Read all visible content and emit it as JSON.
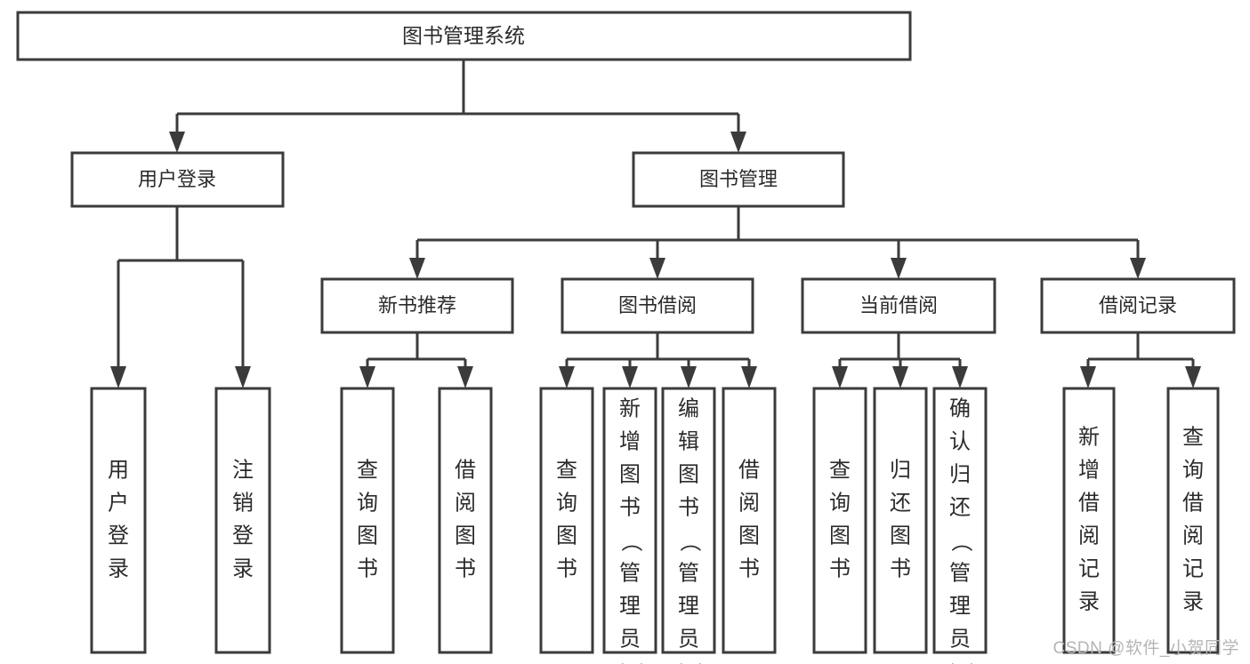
{
  "diagram": {
    "title": "图书管理系统",
    "type": "tree",
    "orientation": "top-down",
    "colors": {
      "box_stroke": "#3b3b3b",
      "box_fill": "#ffffff",
      "text": "#2b2b2b",
      "background": "#ffffff",
      "watermark": "#b5b5b5"
    },
    "root": {
      "label": "图书管理系统"
    },
    "level2": [
      {
        "label": "用户登录"
      },
      {
        "label": "图书管理"
      }
    ],
    "level3": [
      {
        "label": "新书推荐"
      },
      {
        "label": "图书借阅"
      },
      {
        "label": "当前借阅"
      },
      {
        "label": "借阅记录"
      }
    ],
    "leaves": {
      "user_login": [
        {
          "label": "用户登录"
        },
        {
          "label": "注销登录"
        }
      ],
      "new_book_recommend": [
        {
          "label": "查询图书"
        },
        {
          "label": "借阅图书"
        }
      ],
      "book_borrow": [
        {
          "label": "查询图书"
        },
        {
          "label": "新增图书（管理员）"
        },
        {
          "label": "编辑图书（管理员）"
        },
        {
          "label": "借阅图书"
        }
      ],
      "current_borrow": [
        {
          "label": "查询图书"
        },
        {
          "label": "归还图书"
        },
        {
          "label": "确认归还（管理员）"
        }
      ],
      "borrow_record": [
        {
          "label": "新增借阅记录"
        },
        {
          "label": "查询借阅记录"
        }
      ]
    }
  },
  "watermark": {
    "text": "CSDN @软件_小贺同学"
  }
}
